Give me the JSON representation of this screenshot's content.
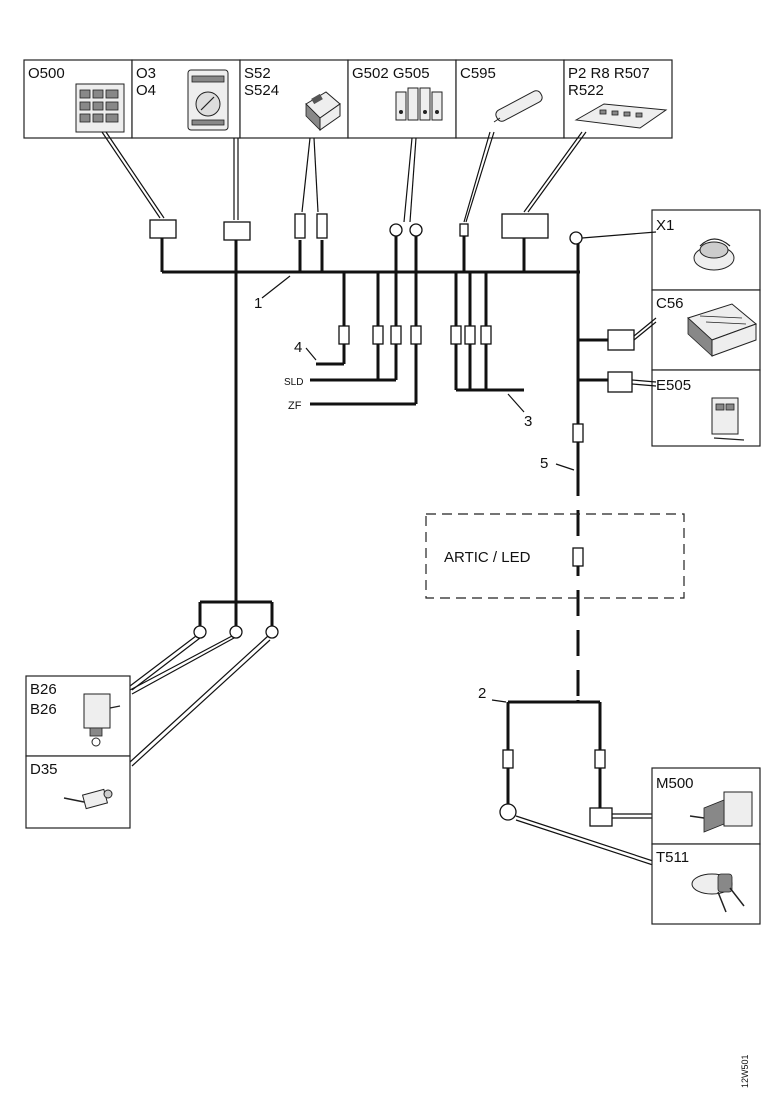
{
  "components_top": [
    {
      "id": "top-o500",
      "labels": [
        "O500"
      ]
    },
    {
      "id": "top-o3-o4",
      "labels": [
        "O3",
        "O4"
      ]
    },
    {
      "id": "top-s52-s524",
      "labels": [
        "S52",
        "S524"
      ]
    },
    {
      "id": "top-g502-g505",
      "labels": [
        "G502 G505"
      ]
    },
    {
      "id": "top-c595",
      "labels": [
        "C595"
      ]
    },
    {
      "id": "top-p2-r522",
      "labels": [
        "P2 R8 R507",
        "R522"
      ]
    }
  ],
  "components_right": [
    {
      "id": "right-x1",
      "labels": [
        "X1"
      ]
    },
    {
      "id": "right-c56",
      "labels": [
        "C56"
      ]
    },
    {
      "id": "right-e505",
      "labels": [
        "E505"
      ]
    }
  ],
  "components_left": [
    {
      "id": "left-b26",
      "labels": [
        "B26",
        "B26"
      ]
    },
    {
      "id": "left-d35",
      "labels": [
        "D35"
      ]
    }
  ],
  "components_bottom": [
    {
      "id": "bottom-m500",
      "labels": [
        "M500"
      ]
    },
    {
      "id": "bottom-t511",
      "labels": [
        "T511"
      ]
    }
  ],
  "harness_labels": {
    "h1": "1",
    "h2": "2",
    "h3": "3",
    "h4": "4",
    "h5": "5"
  },
  "wire_ends": {
    "sld": "SLD",
    "zf": "ZF"
  },
  "section_box": "ARTIC / LED",
  "figure_code": "12W501"
}
